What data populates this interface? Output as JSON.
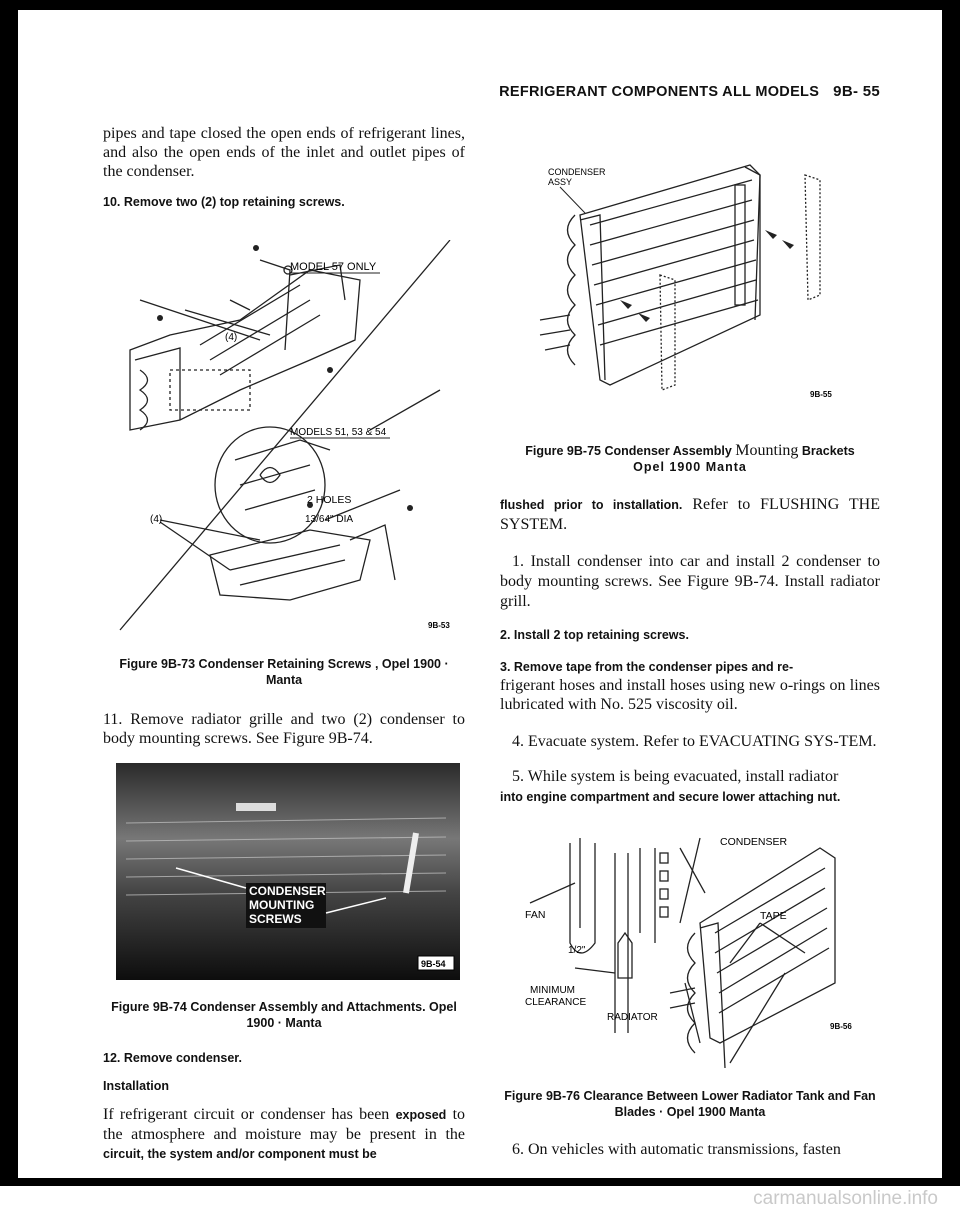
{
  "header": {
    "title": "REFRIGERANT COMPONENTS ALL MODELS",
    "page": "9B- 55"
  },
  "left": {
    "p1": "pipes and tape closed the open ends of refrigerant lines, and also the open ends of the inlet and outlet pipes of the condenser.",
    "step10": "10. Remove two (2) top retaining screws.",
    "fig73": {
      "label_top": "MODEL 57 ONLY",
      "label_mid": "MODELS 51, 53 & 54",
      "label_4a": "(4)",
      "label_4b": "(4)",
      "label_holes": "2 HOLES",
      "label_dia": "13/64\" DIA",
      "code": "9B-53",
      "caption": "Figure 9B-73 Condenser Retaining Screws , Opel 1900 · Manta"
    },
    "step11": "11. Remove radiator grille and two (2) condenser to body mounting screws. See Figure 9B-74.",
    "fig74": {
      "label_line1": "CONDENSER",
      "label_line2": "MOUNTING",
      "label_line3": "SCREWS",
      "code": "9B-54",
      "caption": "Figure 9B-74 Condenser Assembly and Attachments. Opel 1900 · Manta"
    },
    "step12": "12. Remove condenser.",
    "installation_heading": "Installation",
    "p_install_serif": "If refrigerant circuit or condenser has been",
    "p_install_bold1": "exposed",
    "p_install_serif2": "to the atmosphere and moisture may be present in the",
    "p_install_bold2": "circuit, the system and/or component must be"
  },
  "right": {
    "fig75": {
      "label_assy1": "CONDENSER",
      "label_assy2": "ASSY",
      "code": "9B-55",
      "caption_bold": "Figure 9B-75 Condenser Assembly",
      "caption_serif": "Mounting",
      "caption_bold2": "Brackets",
      "caption_line2": "Opel 1900 Manta"
    },
    "p_flushed_bold": "flushed prior to installation.",
    "p_flushed_serif": "Refer to FLUSHING THE SYSTEM.",
    "step1": "1. Install condenser into car and install 2 condenser to body mounting screws. See Figure 9B-74. Install radiator grill.",
    "step2": "2. Install 2 top retaining screws.",
    "step3_bold": "3. Remove tape from the condenser pipes and re-",
    "step3_serif": "frigerant hoses and install hoses using new o-rings on lines lubricated with No. 525 viscosity oil.",
    "step4": "4. Evacuate system. Refer to EVACUATING SYS-TEM.",
    "step5_serif": "5. While system is being evacuated, install radiator",
    "step5_bold": "into engine compartment and secure lower attaching nut.",
    "fig76": {
      "label_condenser": "CONDENSER",
      "label_tape": "TAPE",
      "label_fan": "FAN",
      "label_half": "1/2\"",
      "label_min1": "MINIMUM",
      "label_min2": "CLEARANCE",
      "label_radiator": "RADIATOR",
      "code": "9B-56",
      "caption": "Figure 9B-76 Clearance Between Lower Radiator Tank and Fan Blades · Opel 1900 Manta"
    },
    "step6": "6. On vehicles with automatic transmissions, fasten"
  },
  "watermark": "carmanualsonline.info"
}
